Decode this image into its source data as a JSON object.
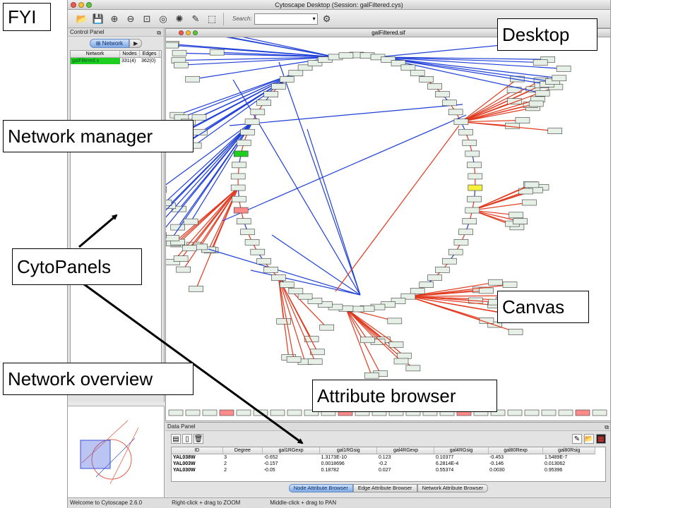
{
  "app": {
    "title": "Cytoscape Desktop (Session: galFiltered.cys)",
    "search_label": "Search:",
    "status": {
      "version": "Welcome to Cytoscape 2.6.0",
      "zoom_hint": "Right-click + drag  to  ZOOM",
      "pan_hint": "Middle-click + drag  to  PAN"
    }
  },
  "control_panel": {
    "title": "Control Panel",
    "tab_label": "Network",
    "table": {
      "headers": [
        "Network",
        "Nodes",
        "Edges"
      ],
      "row": {
        "name": "galFiltered.s",
        "nodes": "331(4)",
        "edges": "362(0)"
      }
    }
  },
  "network_window": {
    "title": "galFiltered.sif"
  },
  "data_panel": {
    "title": "Data Panel",
    "columns": [
      "ID",
      "Degree",
      "gal1RGexp",
      "gal1RGsig",
      "gal4RGexp",
      "gal4RGsig",
      "gal80Rexp",
      "gal80Rsig"
    ],
    "rows": [
      [
        "YAL038W",
        "3",
        "-0.652",
        "1.3173E-10",
        "0.123",
        "0.10377",
        "-0.453",
        "1.5489E-7"
      ],
      [
        "YAL003W",
        "2",
        "-0.157",
        "0.0018696",
        "-0.2",
        "6.2814E-4",
        "-0.146",
        "0.013062"
      ],
      [
        "YAL030W",
        "2",
        "-0.05",
        "0.18782",
        "0.027",
        "0.55374",
        "0.0030",
        "0.95396"
      ]
    ],
    "tabs": [
      "Node Attribute Browser",
      "Edge Attribute Browser",
      "Network Attribute Browser"
    ]
  },
  "callouts": {
    "fyi": "FYI",
    "desktop": "Desktop",
    "network_manager": "Network manager",
    "cytopanels": "CytoPanels",
    "canvas": "Canvas",
    "network_overview": "Network overview",
    "attribute_browser": "Attribute browser"
  },
  "colors": {
    "edge_red": "#e23a1f",
    "edge_blue": "#1f3fd8",
    "node_border": "#3a3a3a",
    "node_fill": "#e6f0e6",
    "highlight_yellow": "#f5f03a",
    "highlight_green": "#1fcf1f"
  }
}
